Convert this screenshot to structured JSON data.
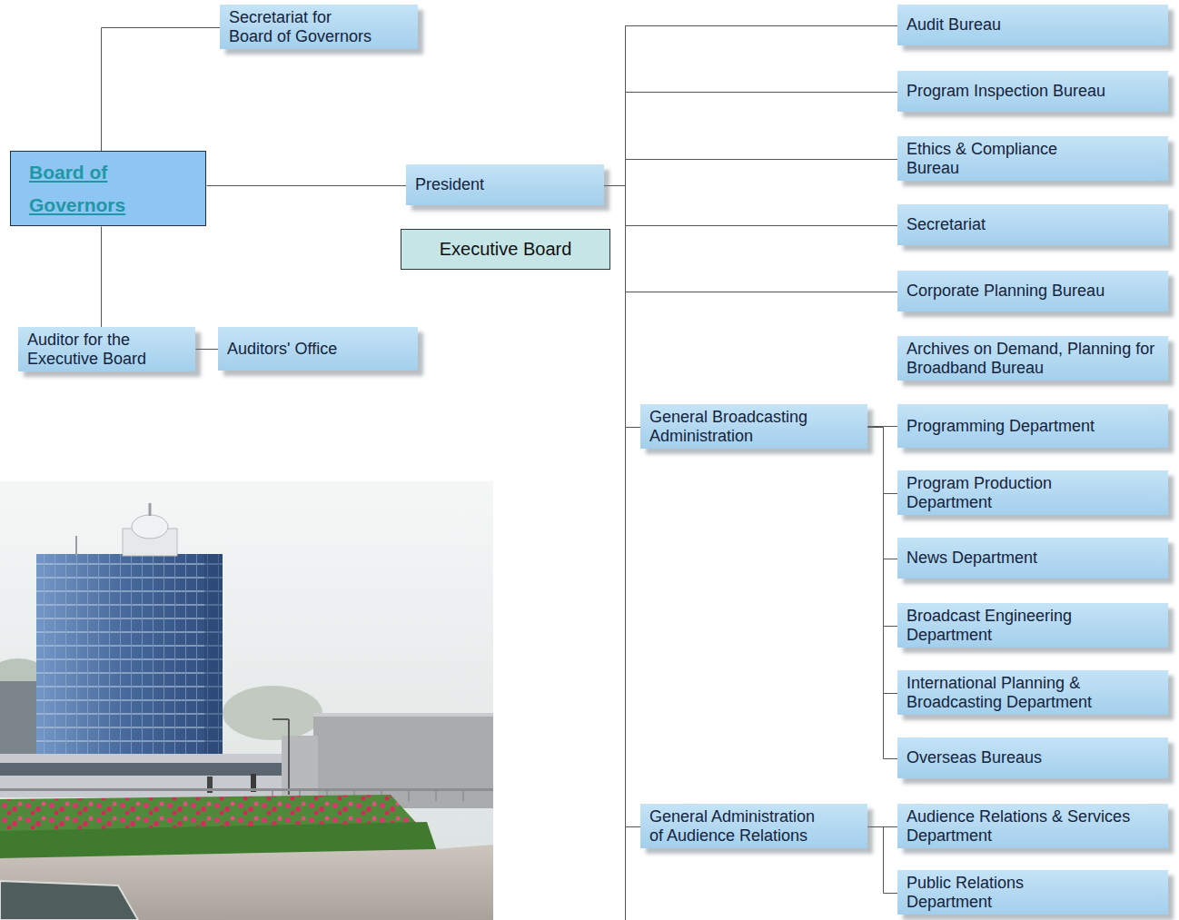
{
  "diagram": {
    "nodes": [
      {
        "text": [
          "Secretariat for Board of Governors"
        ]
      },
      {
        "text": [
          "Board of Governors"
        ]
      },
      {
        "text": [
          "President"
        ]
      },
      {
        "text": [
          "Executive Board"
        ]
      },
      {
        "text": [
          "Auditor for the Executive Board"
        ]
      },
      {
        "text": [
          "Auditors' Office"
        ]
      },
      {
        "text": [
          "Audit Bureau"
        ]
      },
      {
        "text": [
          "Program Inspection Bureau"
        ]
      },
      {
        "text": [
          "Ethics & Compliance Bureau"
        ]
      },
      {
        "text": [
          "Secretariat"
        ]
      },
      {
        "text": [
          "Corporate Planning Bureau"
        ]
      },
      {
        "text": [
          "Archives on Demand, Planning for Broadband Bureau"
        ]
      },
      {
        "text": [
          "General Broadcasting Administration"
        ]
      },
      {
        "text": [
          "Programming Department"
        ]
      },
      {
        "text": [
          "Program Production Department"
        ]
      },
      {
        "text": [
          "News Department"
        ]
      },
      {
        "text": [
          "Broadcast Engineering Department"
        ]
      },
      {
        "text": [
          "International Planning & Broadcasting Department"
        ]
      },
      {
        "text": [
          "Overseas Bureaus"
        ]
      },
      {
        "text": [
          "General Administration of Audience Relations"
        ]
      },
      {
        "text": [
          "Audience Relations & Services Department"
        ]
      },
      {
        "text": [
          "Public Relations Department"
        ]
      }
    ],
    "edges": [
      {
        "from": 1,
        "to": 0,
        "arrow": "none"
      },
      {
        "from": 1,
        "to": 2,
        "arrow": "none"
      },
      {
        "from": 1,
        "to": 4,
        "arrow": "none"
      },
      {
        "from": 4,
        "to": 5,
        "arrow": "none"
      },
      {
        "from": 2,
        "to": 6,
        "arrow": "none"
      },
      {
        "from": 2,
        "to": 7,
        "arrow": "none"
      },
      {
        "from": 2,
        "to": 8,
        "arrow": "none"
      },
      {
        "from": 2,
        "to": 9,
        "arrow": "none"
      },
      {
        "from": 2,
        "to": 10,
        "arrow": "none"
      },
      {
        "from": 2,
        "to": 12,
        "arrow": "none"
      },
      {
        "from": 2,
        "to": 19,
        "arrow": "none"
      },
      {
        "from": 12,
        "to": 13,
        "arrow": "none"
      },
      {
        "from": 12,
        "to": 14,
        "arrow": "none"
      },
      {
        "from": 12,
        "to": 15,
        "arrow": "none"
      },
      {
        "from": 12,
        "to": 16,
        "arrow": "none"
      },
      {
        "from": 12,
        "to": 17,
        "arrow": "none"
      },
      {
        "from": 12,
        "to": 18,
        "arrow": "none"
      },
      {
        "from": 19,
        "to": 20,
        "arrow": "none"
      },
      {
        "from": 19,
        "to": 21,
        "arrow": "none"
      }
    ]
  }
}
